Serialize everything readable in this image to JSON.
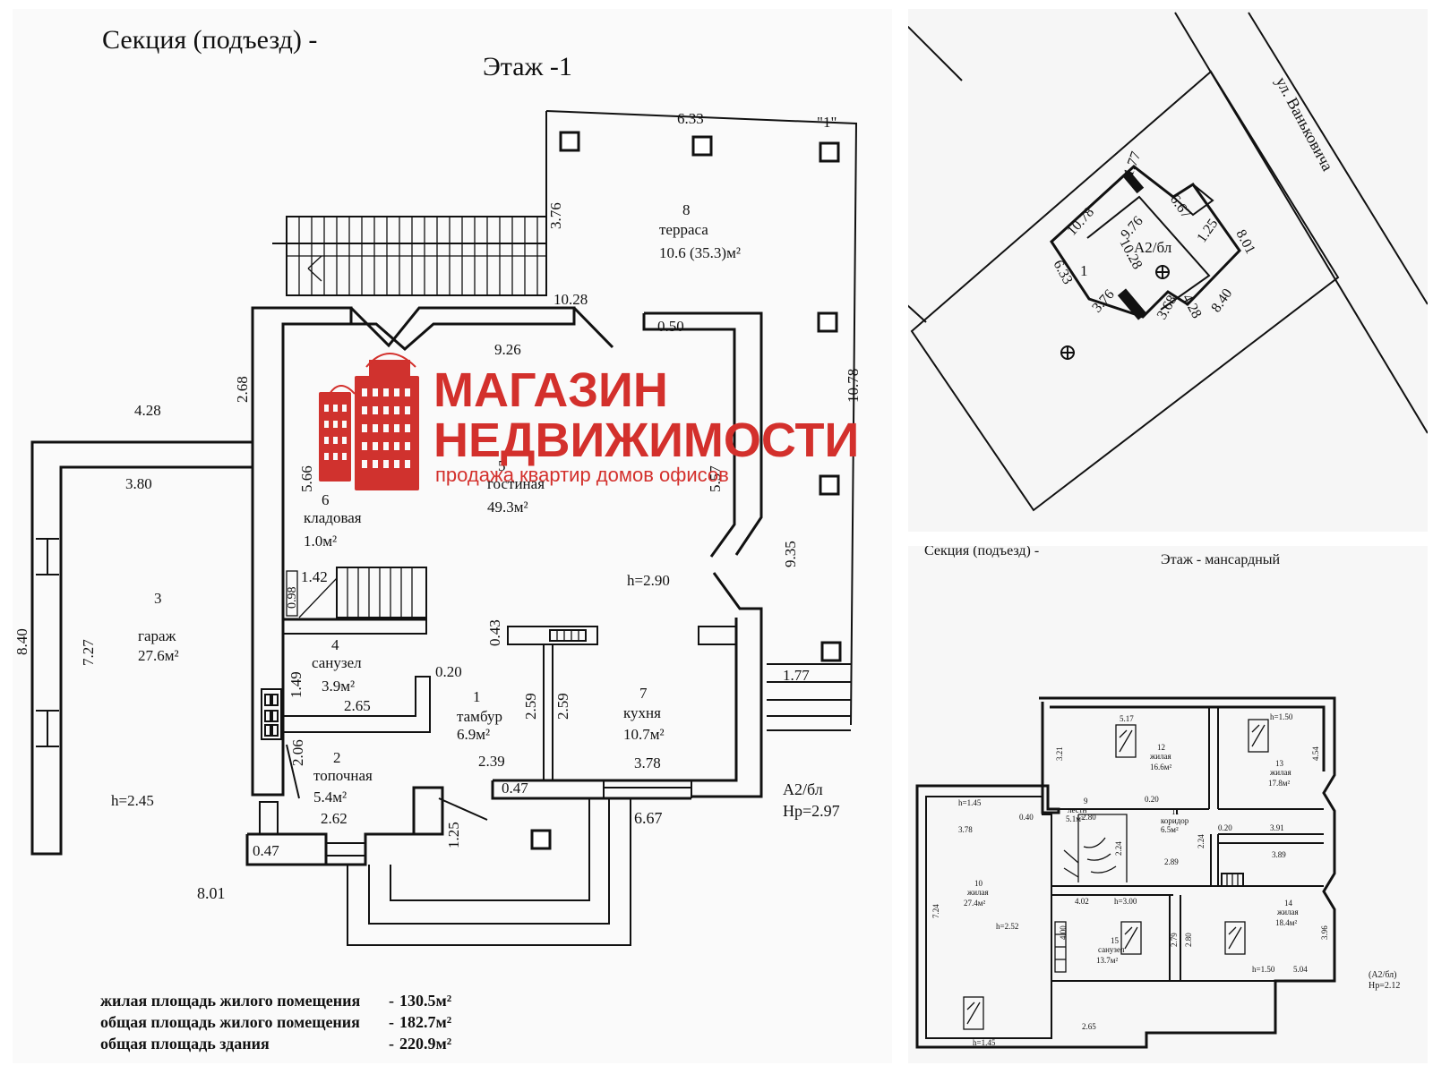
{
  "main_plan": {
    "section_label": "Секция (подъезд) -",
    "floor_label": "Этаж  -1",
    "rooms": [
      {
        "num": "1",
        "name": "тамбур",
        "area": "6.9м²"
      },
      {
        "num": "2",
        "name": "топочная",
        "area": "5.4м²"
      },
      {
        "num": "3",
        "name": "гараж",
        "area": "27.6м²"
      },
      {
        "num": "4",
        "name": "санузел",
        "area": "3.9м²"
      },
      {
        "num": "5",
        "name": "гостиная",
        "area": "49.3м²"
      },
      {
        "num": "6",
        "name": "кладовая",
        "area": "1.0м²"
      },
      {
        "num": "7",
        "name": "кухня",
        "area": "10.7м²"
      },
      {
        "num": "8",
        "name": "терраса",
        "area": "10.6 (35.3)м²"
      }
    ],
    "heights": {
      "living": "h=2.90",
      "garage": "h=2.45"
    },
    "building_code": "А2/бл",
    "building_height": "Нр=2.97",
    "terrace_marker": "\"1\"",
    "dims": {
      "d633": "6.33",
      "d376": "3.76",
      "d1028": "10.28",
      "d050": "0.50",
      "d926": "9.26",
      "d1078": "10.78",
      "d268": "2.68",
      "d428": "4.28",
      "d380": "3.80",
      "d566": "5.66",
      "d557": "5.57",
      "d935": "9.35",
      "d840": "8.40",
      "d727": "7.27",
      "d142": "1.42",
      "d098": "0.98",
      "d043": "0.43",
      "d149": "1.49",
      "d020": "0.20",
      "d265": "2.65",
      "d259a": "2.59",
      "d259b": "2.59",
      "d177": "1.77",
      "d206": "2.06",
      "d239": "2.39",
      "d378": "3.78",
      "d047a": "0.47",
      "d667": "6.67",
      "d262": "2.62",
      "d125": "1.25",
      "d047b": "0.47",
      "d801": "8.01"
    },
    "summary": [
      {
        "label": "жилая площадь жилого помещения",
        "value": "130.5м²"
      },
      {
        "label": "общая площадь жилого помещения",
        "value": "182.7м²"
      },
      {
        "label": "общая площадь здания",
        "value": "220.9м²"
      }
    ]
  },
  "watermark": {
    "line1": "МАГАЗИН",
    "line2": "НЕДВИЖИМОСТИ",
    "tagline": "продажа  квартир  домов  офисов"
  },
  "site_plan": {
    "street": "ул. Ваньковича",
    "building_code": "А2/бл",
    "lot_number": "1",
    "dims": [
      "1.77",
      "6.67",
      "10.78",
      "9.76",
      "1.25",
      "8.01",
      "10.28",
      "6.33",
      "3.76",
      "3.68",
      "4.28",
      "8.40"
    ]
  },
  "attic_plan": {
    "section_label": "Секция (подъезд) -",
    "floor_label": "Этаж  - мансардный",
    "rooms": [
      {
        "num": "9",
        "name": "лестн",
        "area": "5.1м²"
      },
      {
        "num": "10",
        "name": "жилая",
        "area": "27.4м²"
      },
      {
        "num": "11",
        "name": "коридор",
        "area": "6.5м²"
      },
      {
        "num": "12",
        "name": "жилая",
        "area": "16.6м²"
      },
      {
        "num": "13",
        "name": "жилая",
        "area": "17.8м²"
      },
      {
        "num": "14",
        "name": "жилая",
        "area": "18.4м²"
      },
      {
        "num": "15",
        "name": "санузел",
        "area": "13.7м²"
      }
    ],
    "heights": [
      "h=1.45",
      "h=1.50",
      "h=3.00",
      "h=2.52",
      "h=1.45",
      "h=1.50"
    ],
    "building_code": "(А2/бл)",
    "building_height": "Нр=2.12",
    "dims": {
      "a517": "5.17",
      "a321": "3.21",
      "a454": "4.54",
      "a020a": "0.20",
      "a040": "0.40",
      "a378": "3.78",
      "a280": "2.80",
      "a224a": "2.24",
      "a224b": "2.24",
      "a020b": "0.20",
      "a391": "3.91",
      "a389": "3.89",
      "a289": "2.89",
      "a724": "7.24",
      "a402": "4.02",
      "a400": "4.00",
      "a279": "2.79",
      "a280b": "2.80",
      "a396": "3.96",
      "a504": "5.04",
      "a265": "2.65"
    }
  },
  "colors": {
    "line": "#111111",
    "watermark": "#d3302c",
    "paper": "#fafafa"
  }
}
